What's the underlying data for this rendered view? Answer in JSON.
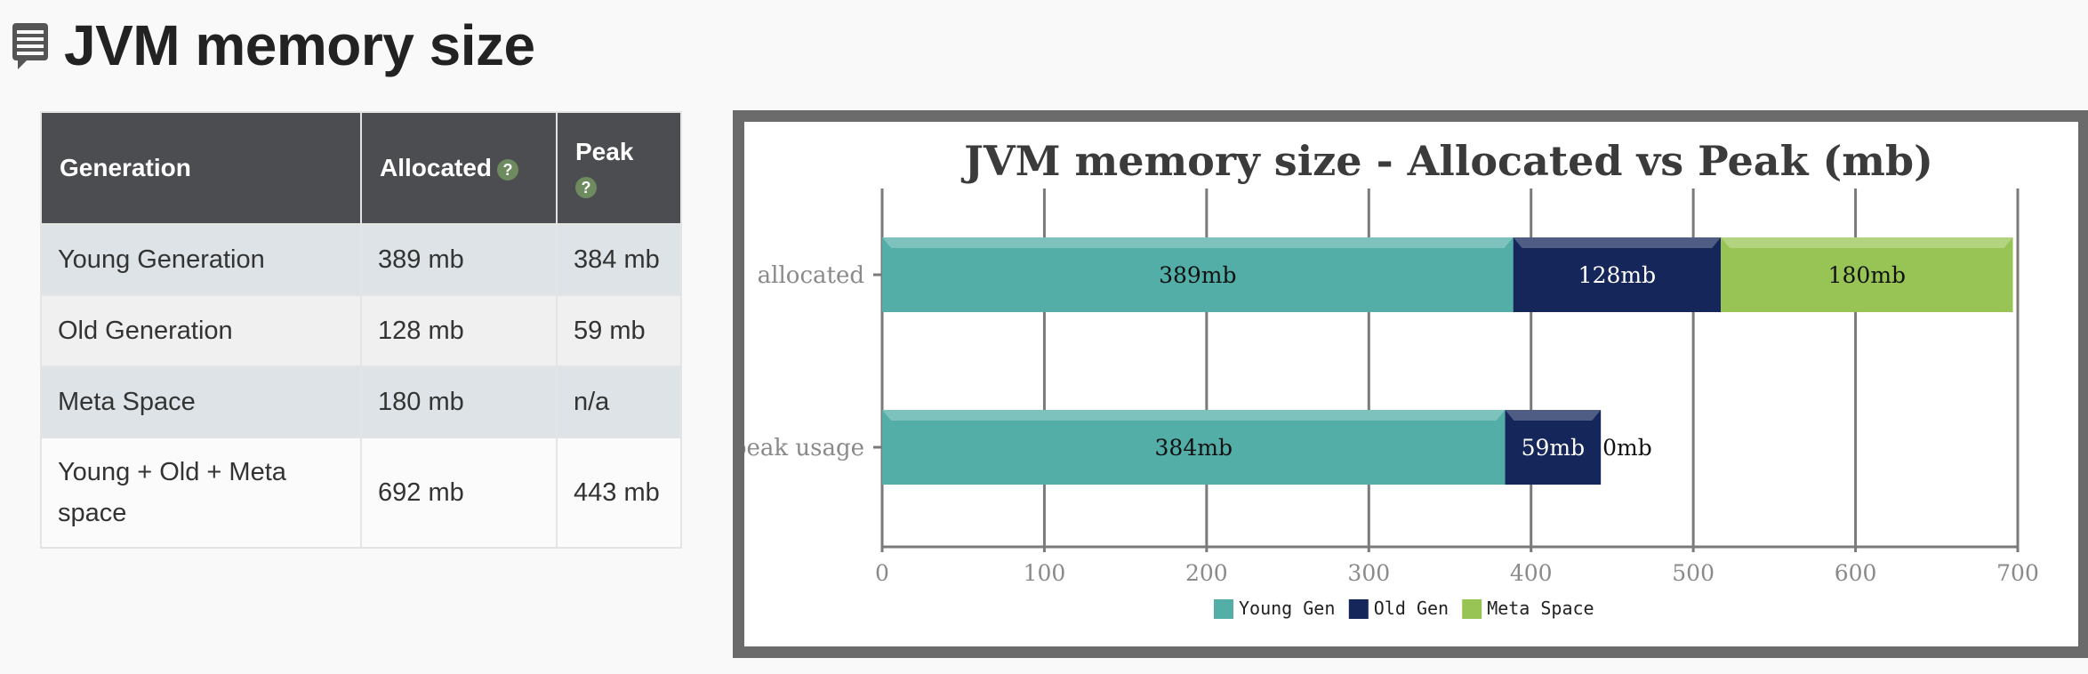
{
  "page": {
    "title": "JVM memory size",
    "icon": "speech-bubble-icon"
  },
  "table": {
    "headers": {
      "generation": "Generation",
      "allocated": "Allocated",
      "peak": "Peak",
      "help_icon": "?"
    },
    "rows": [
      {
        "generation": "Young Generation",
        "allocated": "389 mb",
        "peak": "384 mb"
      },
      {
        "generation": "Old Generation",
        "allocated": "128 mb",
        "peak": "59 mb"
      },
      {
        "generation": "Meta Space",
        "allocated": "180 mb",
        "peak": "n/a"
      },
      {
        "generation": "Young + Old + Meta space",
        "allocated": "692 mb",
        "peak": "443 mb"
      }
    ]
  },
  "chart_data": {
    "type": "bar",
    "orientation": "horizontal",
    "stacked": true,
    "title": "JVM memory size - Allocated vs Peak (mb)",
    "categories": [
      "allocated",
      "peak usage"
    ],
    "series": [
      {
        "name": "Young Gen",
        "color": "#52aea7",
        "values": [
          389,
          384
        ],
        "labels": [
          "389mb",
          "384mb"
        ]
      },
      {
        "name": "Old Gen",
        "color": "#14265a",
        "values": [
          128,
          59
        ],
        "labels": [
          "128mb",
          "59mb"
        ]
      },
      {
        "name": "Meta Space",
        "color": "#98c455",
        "values": [
          180,
          0
        ],
        "labels": [
          "180mb",
          "0mb"
        ]
      }
    ],
    "xlim": [
      0,
      700
    ],
    "xticks": [
      0,
      100,
      200,
      300,
      400,
      500,
      600,
      700
    ],
    "grid": true,
    "legend": "bottom-center"
  }
}
